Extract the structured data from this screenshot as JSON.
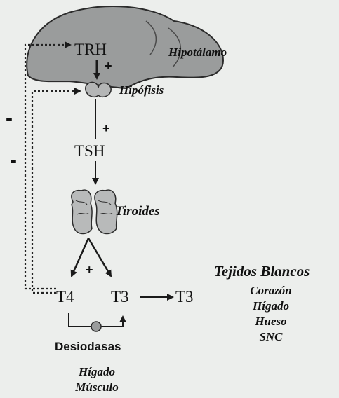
{
  "diagram": {
    "nodes": {
      "trh": "TRH",
      "tsh": "TSH",
      "t4": "T4",
      "t3": "T3",
      "t3_target": "T3"
    },
    "organs": {
      "hypothalamus": "Hipotálamo",
      "pituitary": "Hipófisis",
      "thyroid": "Tiroides"
    },
    "signs": {
      "trh_to_pituitary": "+",
      "pituitary_to_tsh": "+",
      "thyroid_to_hormones": "+",
      "feedback_1": "-",
      "feedback_2": "-"
    },
    "deiodinases": {
      "label": "Desiodasas",
      "tissues": [
        "Hígado",
        "Músculo"
      ]
    },
    "targets": {
      "title": "Tejidos Blancos",
      "tissues": [
        "Corazón",
        "Hígado",
        "Hueso",
        "SNC"
      ]
    }
  }
}
